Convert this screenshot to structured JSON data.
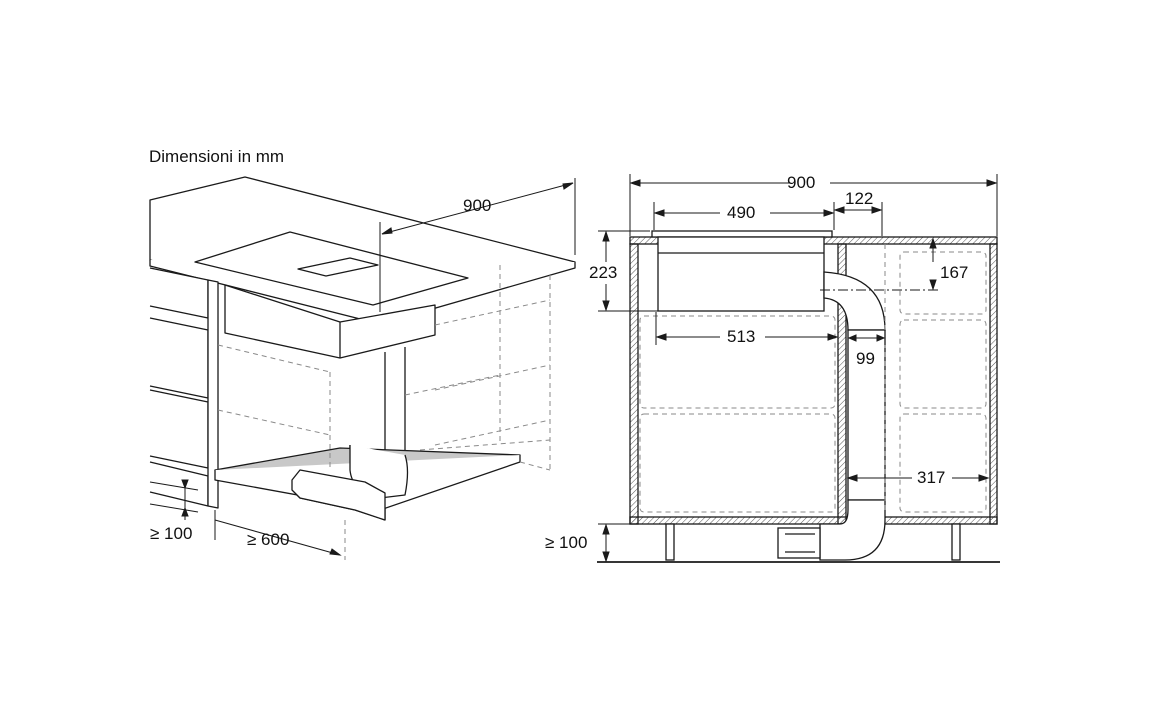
{
  "title": "Dimensioni in mm",
  "colors": {
    "line": "#1a1a1a",
    "hidden": "#8a8a8a",
    "floor_fill": "#c8c8c8",
    "cabinet_fill": "#e6e6e6"
  },
  "left_view": {
    "dims": {
      "width": "900",
      "plinth_height": "≥ 100",
      "depth": "≥ 600"
    }
  },
  "right_view": {
    "dims": {
      "total_width": "900",
      "hob_width": "490",
      "offset_right": "122",
      "unit_height": "223",
      "duct_height": "167",
      "depth_left": "513",
      "duct_width": "99",
      "duct_offset": "317",
      "plinth_height": "≥ 100"
    }
  }
}
